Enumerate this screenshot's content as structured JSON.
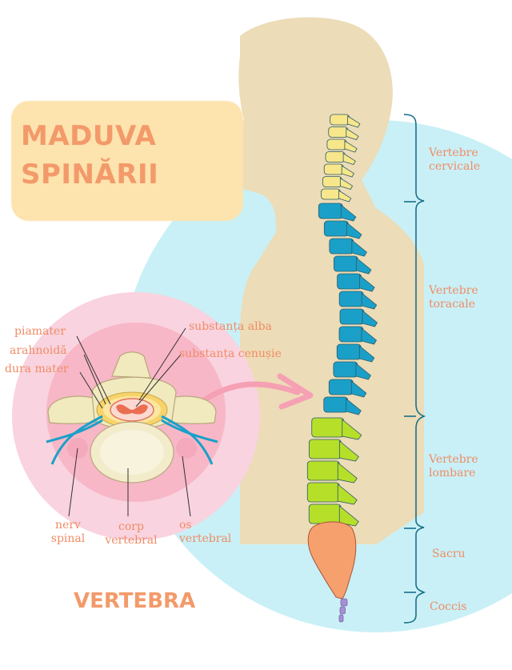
{
  "title": {
    "line1": "MADUVA",
    "line2": "SPINĂRII"
  },
  "vertebra_title": "VERTEBRA",
  "cross_section_labels": {
    "piamater": "piamater",
    "arahnoida": "arahnoidă",
    "dura_mater": "dura mater",
    "substanta_alba": "substanța alba",
    "substanta_cenusie": "substanța cenușie",
    "nerv_spinal": [
      "nerv",
      "spinal"
    ],
    "corp_vertebral": [
      "corp",
      "vertebral"
    ],
    "os_vertebral": [
      "os",
      "vertebral"
    ]
  },
  "spine_regions": {
    "cervicale": [
      "Vertebre",
      "cervicale"
    ],
    "toracale": [
      "Vertebre",
      "toracale"
    ],
    "lombare": [
      "Vertebre",
      "lombare"
    ],
    "sacru": "Sacru",
    "coccis": "Coccis"
  },
  "colors": {
    "cervical": "#f7e78a",
    "thoracic": "#1aa0c8",
    "lumbar": "#b6df2a",
    "sacrum": "#f6a06e",
    "coccyx": "#a78fd6",
    "label": "#f08c66",
    "circle_blue": "#c9f0f6",
    "circle_pink": "#f9c4d4",
    "body_tan": "#ecdcb7"
  }
}
